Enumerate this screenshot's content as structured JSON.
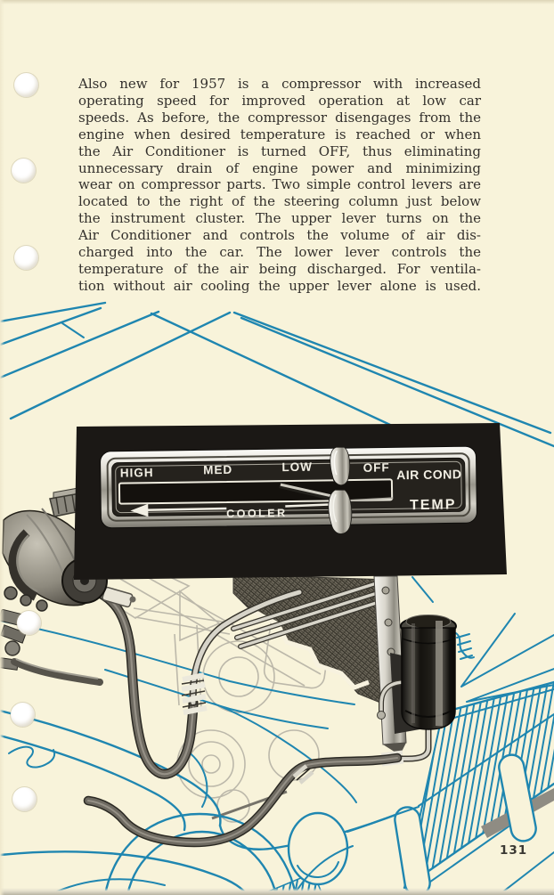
{
  "document": {
    "page_number": "131",
    "body_lines": [
      "Also new for 1957 is a compressor with increased",
      "operating speed for improved operation at low car",
      "speeds. As before, the compressor disengages from the",
      "engine when desired temperature is reached or when",
      "the Air Conditioner is turned OFF, thus eliminating",
      "unnecessary drain of engine power and minimizing",
      "wear on compressor parts. Two simple control levers are",
      "located to the right of the steering column just below",
      "the instrument cluster. The upper lever turns on the",
      "Air Conditioner and controls the volume of air dis-",
      "charged into the car. The lower lever controls the",
      "temperature of the air being discharged. For ventila-",
      "tion without air cooling the upper lever alone is used."
    ]
  },
  "control_panel": {
    "positions": [
      "HIGH",
      "MED",
      "LOW",
      "OFF"
    ],
    "unit_label_top": "AIR COND",
    "unit_label_bottom": "TEMP",
    "temperature_label": "COOLER"
  },
  "colors": {
    "paper": "#f8f3da",
    "ink": "#33302c",
    "line_blue": "#1f86b0",
    "panel_black": "#1b1815",
    "label_white": "#f2efe4"
  }
}
